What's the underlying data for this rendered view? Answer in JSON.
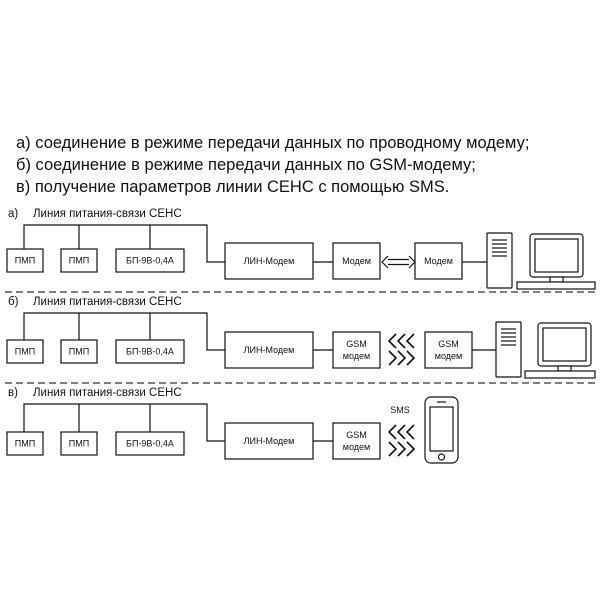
{
  "captions": [
    "а) соединение в режиме передачи данных по проводному модему;",
    "б) соединение в режиме передачи данных по GSM-модему;",
    "в) получение параметров линии СЕНС с помощью SMS."
  ],
  "sections": {
    "a": {
      "label": "а)",
      "bus_label": "Линия питания-связи СЕНС",
      "devices": [
        "ПМП",
        "ПМП",
        "БП-9В-0,4А"
      ],
      "lin_modem": "ЛИН-Модем",
      "modem_left": "Модем",
      "modem_right": "Модем"
    },
    "b": {
      "label": "б)",
      "bus_label": "Линия питания-связи СЕНС",
      "devices": [
        "ПМП",
        "ПМП",
        "БП-9В-0,4А"
      ],
      "lin_modem": "ЛИН-Модем",
      "gsm_left": [
        "GSM",
        "модем"
      ],
      "gsm_right": [
        "GSM",
        "модем"
      ]
    },
    "c": {
      "label": "в)",
      "bus_label": "Линия питания-связи СЕНС",
      "devices": [
        "ПМП",
        "ПМП",
        "БП-9В-0,4А"
      ],
      "lin_modem": "ЛИН-Модем",
      "gsm": [
        "GSM",
        "модем"
      ],
      "sms_label": "SMS"
    }
  }
}
